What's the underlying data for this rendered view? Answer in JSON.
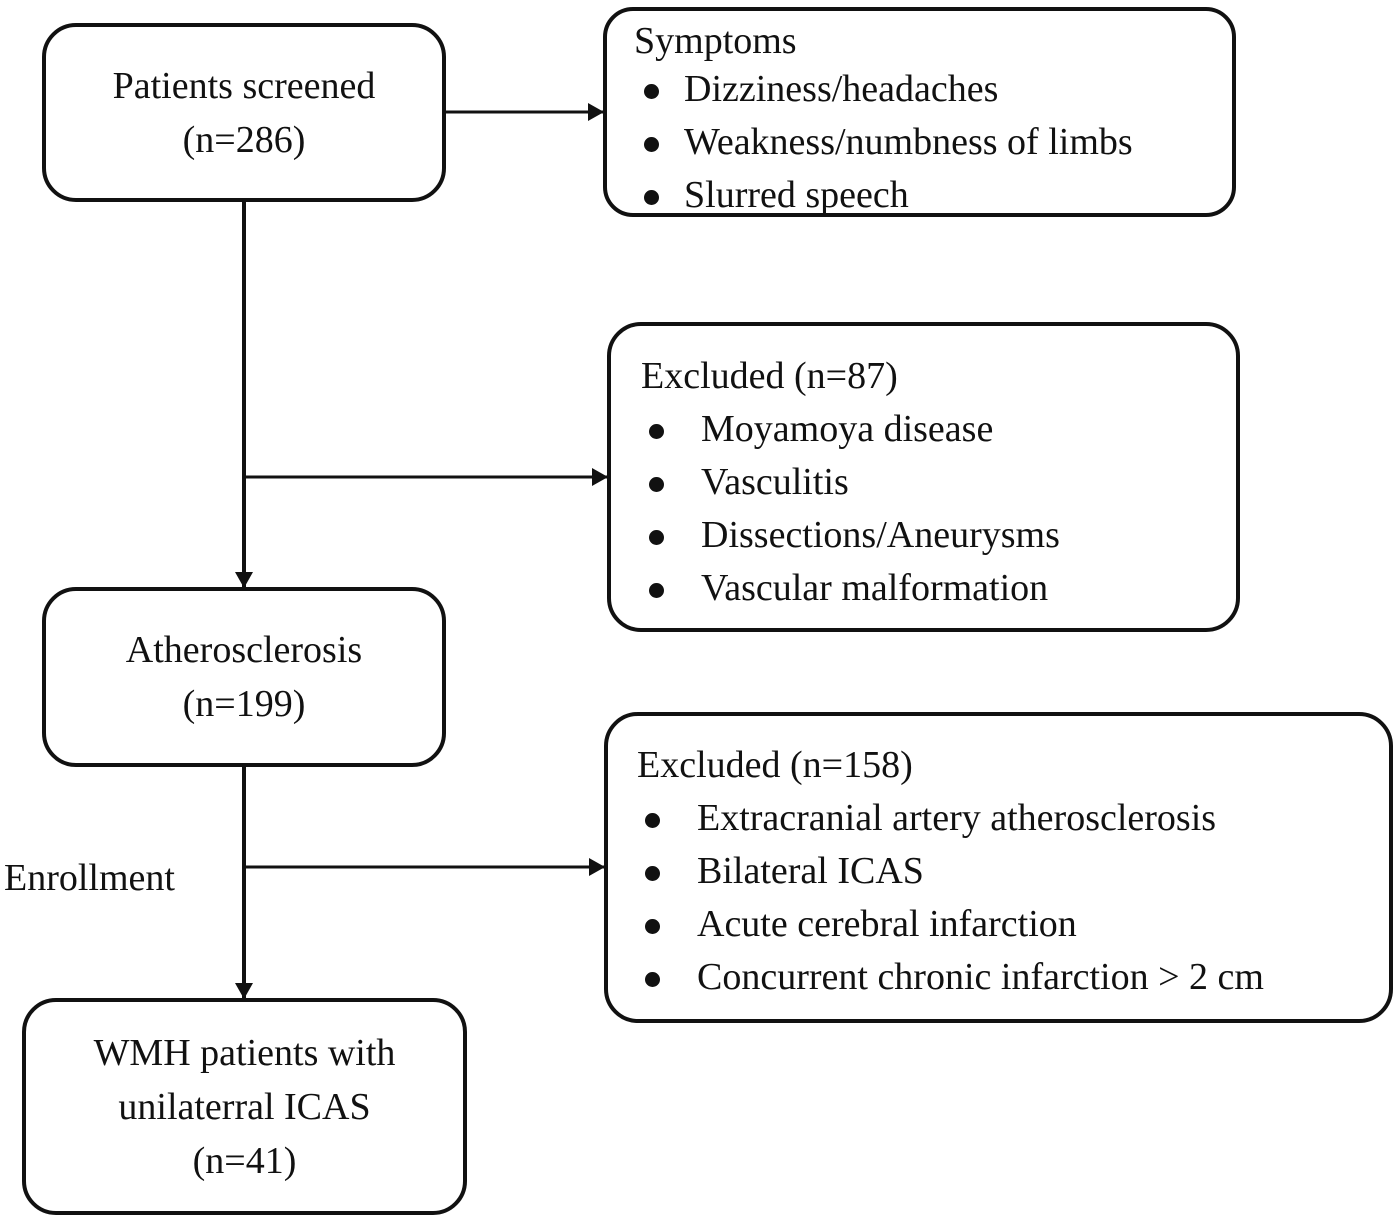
{
  "flowchart": {
    "screened": {
      "line1": "Patients screened",
      "line2": "(n=286)"
    },
    "symptoms": {
      "title": "Symptoms",
      "items": [
        "Dizziness/headaches",
        "Weakness/numbness of limbs",
        "Slurred speech"
      ]
    },
    "excluded_1": {
      "title": "Excluded (n=87)",
      "items": [
        "Moyamoya disease",
        "Vasculitis",
        "Dissections/Aneurysms",
        "Vascular malformation"
      ]
    },
    "atherosclerosis": {
      "line1": "Atherosclerosis",
      "line2": "(n=199)"
    },
    "excluded_2": {
      "title": "Excluded (n=158)",
      "items": [
        "Extracranial artery atherosclerosis",
        "Bilateral ICAS",
        "Acute cerebral infarction",
        "Concurrent chronic infarction > 2 cm"
      ]
    },
    "enrollment_label": "Enrollment",
    "final": {
      "line1": "WMH patients with",
      "line2": "unilaterral ICAS",
      "line3": "(n=41)"
    }
  }
}
